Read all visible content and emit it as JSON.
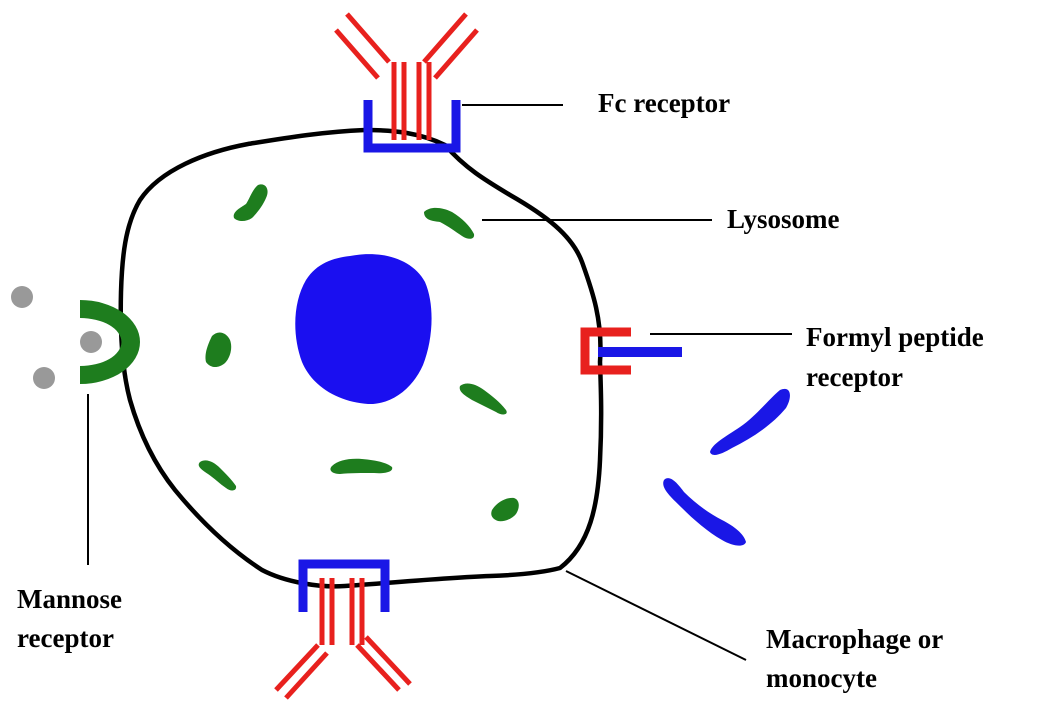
{
  "labels": {
    "fc_receptor": "Fc receptor",
    "lysosome": "Lysosome",
    "formyl_line1": "Formyl peptide",
    "formyl_line2": "receptor",
    "mannose_line1": "Mannose",
    "mannose_line2": "receptor",
    "macrophage_line1": "Macrophage or",
    "macrophage_line2": "monocyte"
  },
  "colors": {
    "membrane": "#000000",
    "nucleus": "#1a0ff0",
    "lysosome": "#1e7d1e",
    "antibody": "#e8211e",
    "fc_receptor": "#1a17e6",
    "mannose_receptor": "#1e7d1e",
    "mannose_particle": "#999999",
    "formyl_receptor": "#e8211e",
    "formyl_peptide": "#1a17e6",
    "bacteria": "#1a17e6"
  }
}
